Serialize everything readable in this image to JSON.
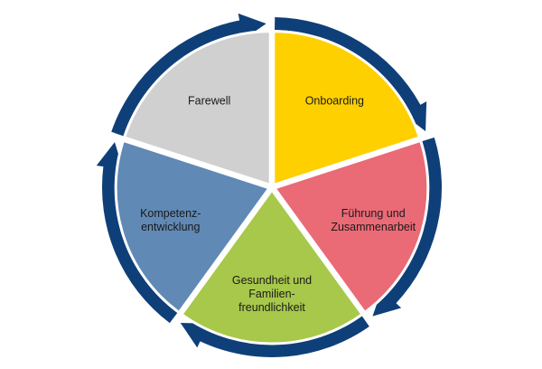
{
  "diagram": {
    "colors": {
      "ring": "#0e3f78",
      "gap": "#ffffff",
      "segment_stroke": "#ffffff"
    },
    "segments": [
      {
        "id": "onboarding",
        "lines": [
          "Onboarding"
        ],
        "color": "#ffd000"
      },
      {
        "id": "fuehrung",
        "lines": [
          "Führung und",
          "Zusammenarbeit"
        ],
        "color": "#ea6a76"
      },
      {
        "id": "gesundheit",
        "lines": [
          "Gesundheit und",
          "Familien-",
          "freundlichkeit"
        ],
        "color": "#a7c84a"
      },
      {
        "id": "kompetenz",
        "lines": [
          "Kompetenz-",
          "entwicklung"
        ],
        "color": "#6089b5"
      },
      {
        "id": "farewell",
        "lines": [
          "Farewell"
        ],
        "color": "#d0d0d0"
      }
    ]
  }
}
